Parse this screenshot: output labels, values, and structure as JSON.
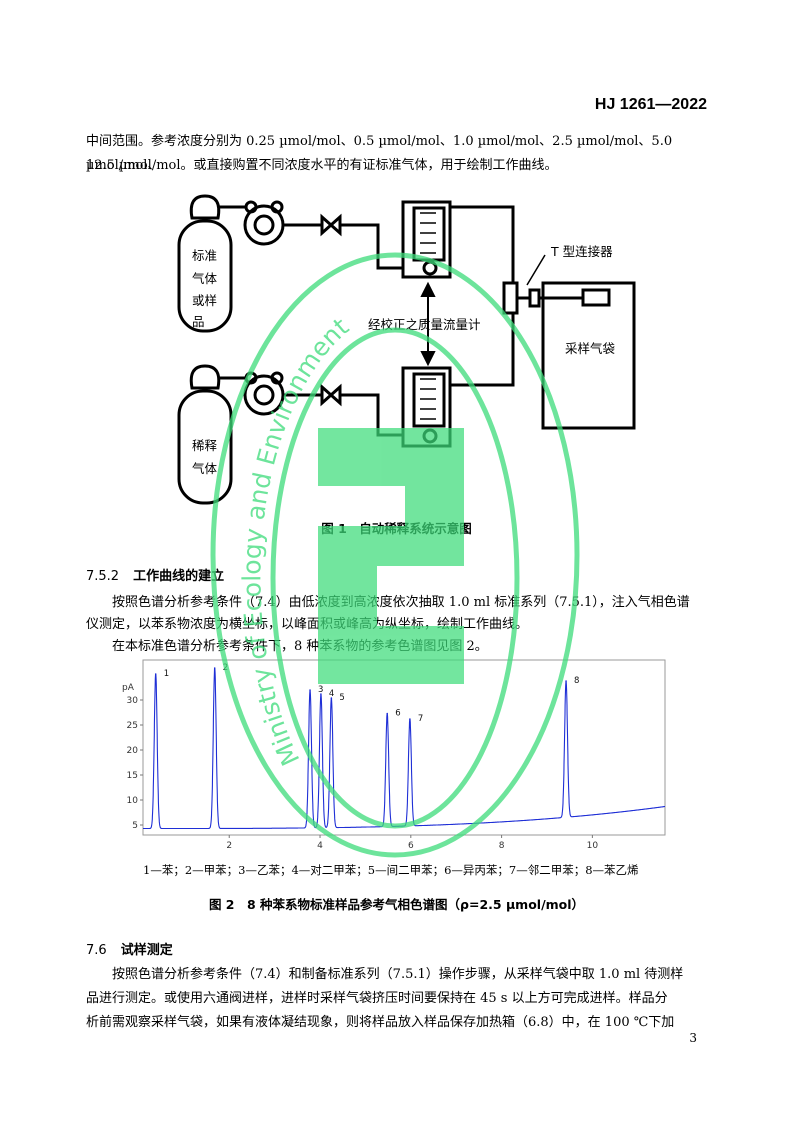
{
  "header": {
    "standard_no": "HJ 1261—2022"
  },
  "intro": {
    "line1": "中间范围。参考浓度分别为 0.25 µmol/mol、0.5 µmol/mol、1.0 µmol/mol、2.5 µmol/mol、5.0 µmol/mol、",
    "line2": "12.5 µmol/mol。或直接购置不同浓度水平的有证标准气体，用于绘制工作曲线。"
  },
  "diagram": {
    "cylinder_top_label": [
      "标准",
      "气体",
      "或样",
      "品"
    ],
    "cylinder_bottom_label": [
      "稀释",
      "气体"
    ],
    "t_connector_label": "T 型连接器",
    "mfc_label": "经校正之质量流量计",
    "bag_label": "采样气袋"
  },
  "figure1": {
    "caption": "图 1　自动稀释系统示意图"
  },
  "section_752": {
    "number": "7.5.2",
    "title": "工作曲线的建立",
    "para1_line1": "按照色谱分析参考条件（7.4）由低浓度到高浓度依次抽取 1.0 ml 标准系列（7.5.1），注入气相色谱",
    "para1_line2": "仪测定，以苯系物浓度为横坐标，以峰面积或峰高为纵坐标，绘制工作曲线。",
    "para2": "在本标准色谱分析参考条件下，8 种苯系物的参考色谱图见图 2。"
  },
  "chart_data": {
    "type": "line",
    "title": "",
    "xlabel": "",
    "ylabel": "pA",
    "xlim": [
      0.1,
      11.6
    ],
    "ylim": [
      3,
      38
    ],
    "x_ticks": [
      2,
      4,
      6,
      8,
      10
    ],
    "y_ticks": [
      5,
      10,
      15,
      20,
      25,
      30
    ],
    "baseline_start": 4.3,
    "baseline_end": 8.7,
    "peaks": [
      {
        "label": "1",
        "rt": 0.38,
        "height": 35.2
      },
      {
        "label": "2",
        "rt": 1.68,
        "height": 36.4
      },
      {
        "label": "3",
        "rt": 3.78,
        "height": 32.0
      },
      {
        "label": "4",
        "rt": 4.02,
        "height": 31.2
      },
      {
        "label": "5",
        "rt": 4.25,
        "height": 30.4
      },
      {
        "label": "6",
        "rt": 5.48,
        "height": 27.3
      },
      {
        "label": "7",
        "rt": 5.98,
        "height": 26.2
      },
      {
        "label": "8",
        "rt": 9.42,
        "height": 33.8
      }
    ],
    "line_color": "#1f2fd6"
  },
  "figure2": {
    "legend": "1—苯；2—甲苯；3—乙苯；4—对二甲苯；5—间二甲苯；6—异丙苯；7—邻二甲苯；8—苯乙烯",
    "caption": "图 2　8 种苯系物标准样品参考气相色谱图（ρ=2.5 µmol/mol）"
  },
  "section_76": {
    "number": "7.6",
    "title": "试样测定",
    "line1": "按照色谱分析参考条件（7.4）和制备标准系列（7.5.1）操作步骤，从采样气袋中取 1.0  ml 待测样",
    "line2": "品进行测定。或使用六通阀进样，进样时采样气袋挤压时间要保持在 45  s 以上方可完成进样。样品分",
    "line3": "析前需观察采样气袋，如果有液体凝结现象，则将样品放入样品保存加热箱（6.8）中，在 100 ℃下加"
  },
  "footer": {
    "page": "3"
  },
  "watermark": {
    "text": "Ministry of Ecology and Environment",
    "color": "#3ddc7a"
  }
}
